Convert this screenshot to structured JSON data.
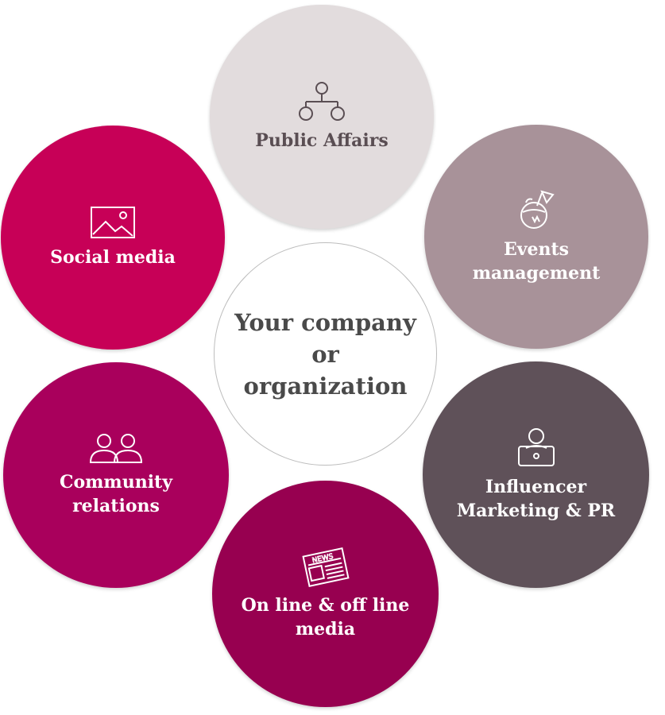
{
  "center": {
    "label": "Your company\nor organization"
  },
  "nodes": {
    "public_affairs": {
      "label": "Public Affairs",
      "icon": "org-chart-icon",
      "color": "#e2dcdd"
    },
    "social_media": {
      "label": "Social media",
      "icon": "image-icon",
      "color": "#c70057"
    },
    "events_management": {
      "label": "Events\nmanagement",
      "icon": "coconut-drink-icon",
      "color": "#a89299"
    },
    "community_relations": {
      "label": "Community\nrelations",
      "icon": "users-icon",
      "color": "#a9005c"
    },
    "influencer_marketing": {
      "label": "Influencer\nMarketing & PR",
      "icon": "person-laptop-icon",
      "color": "#5f5159"
    },
    "media": {
      "label": "On line & off line\nmedia",
      "icon": "newspaper-icon",
      "color": "#970050"
    }
  }
}
